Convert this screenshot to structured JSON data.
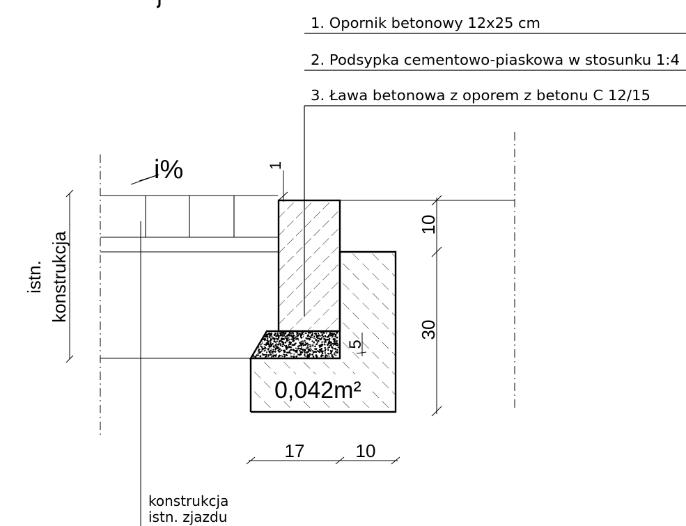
{
  "legend": {
    "item1": "1. Opornik betonowy 12x25 cm",
    "item2": "2. Podsypka cementowo-piaskowa w stosunku 1:4",
    "item3": "3. Ława betonowa z oporem z betonu C 12/15"
  },
  "slope_label": "i%",
  "existing_construction": {
    "line1": "istn.",
    "line2": "konstrukcja"
  },
  "driveway_label": {
    "line1": "konstrukcja",
    "line2": "istn. zjazdu"
  },
  "dimensions": {
    "gap": "1",
    "top": "10",
    "footing": "30",
    "bedding": "5",
    "width_left": "17",
    "width_right": "10"
  },
  "area_label": "0,042m²"
}
